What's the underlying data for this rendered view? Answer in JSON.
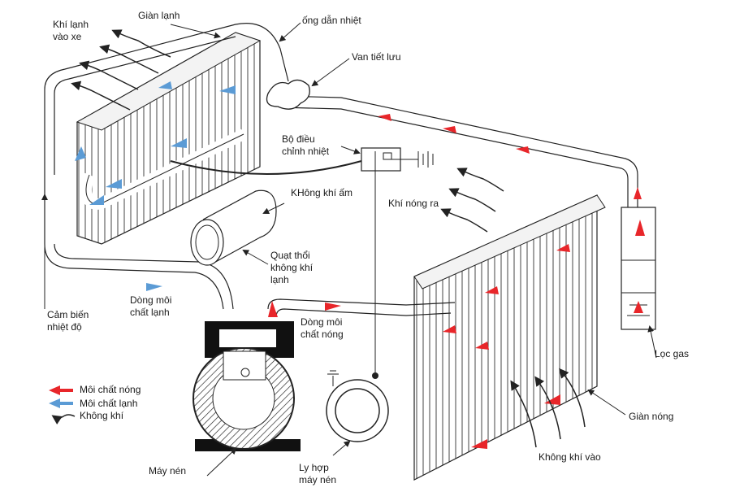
{
  "diagram": {
    "title": "Sơ đồ hệ thống điều hòa ô tô",
    "colors": {
      "hot": "#e8262a",
      "cold": "#5b9bd5",
      "line": "#222222"
    },
    "labels": {
      "cold_air_into_car": [
        "Khí lạnh",
        "vào xe"
      ],
      "evaporator": "Giàn lạnh",
      "heat_tube": "ống dẫn nhiệt",
      "expansion_valve": "Van tiết lưu",
      "thermostat": [
        "Bộ điều",
        "chỉnh nhiệt"
      ],
      "warm_air": "KHông khí ấm",
      "hot_air_out": "Khí nóng ra",
      "blower_fan": [
        "Quạt thổi",
        "không khí",
        "lạnh"
      ],
      "temp_sensor": [
        "Cảm biến",
        "nhiệt độ"
      ],
      "cold_refrigerant_flow": [
        "Dòng môi",
        "chất lạnh"
      ],
      "hot_refrigerant_flow": [
        "Dòng môi",
        "chất nóng"
      ],
      "compressor": "Máy nén",
      "compressor_clutch": [
        "Ly hợp",
        "máy nén"
      ],
      "receiver_drier": "Lọc gas",
      "condenser": "Giàn nóng",
      "air_in": "Không khí vào"
    },
    "legend": [
      {
        "label": "Môi chất nóng",
        "type": "hot"
      },
      {
        "label": "Môi chất lạnh",
        "type": "cold"
      },
      {
        "label": "Không khí",
        "type": "air"
      }
    ]
  }
}
